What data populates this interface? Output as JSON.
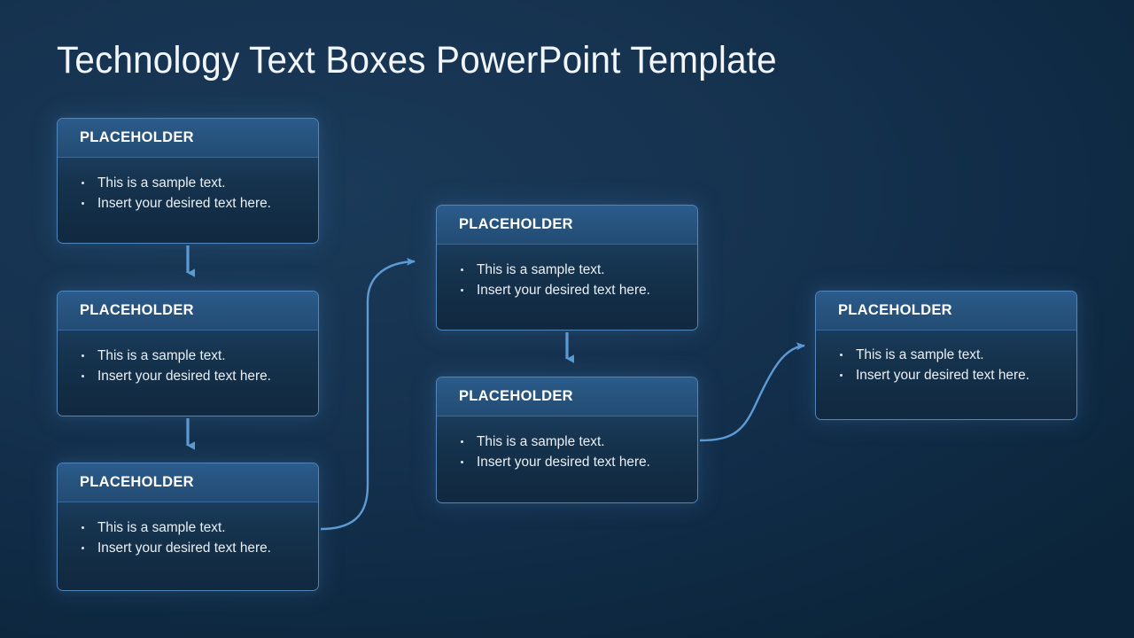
{
  "slide": {
    "title": "Technology Text Boxes PowerPoint Template",
    "background_color": "#12314d",
    "accent_color": "#5d9bd5",
    "header_color": "#27547f",
    "border_color": "#5287bd",
    "text_color": "#eaf0f7"
  },
  "boxes": [
    {
      "id": "box-1",
      "header": "PLACEHOLDER",
      "bullets": [
        "This is a sample text.",
        "Insert your desired text here."
      ]
    },
    {
      "id": "box-2",
      "header": "PLACEHOLDER",
      "bullets": [
        "This is a sample text.",
        "Insert your desired text here."
      ]
    },
    {
      "id": "box-3",
      "header": "PLACEHOLDER",
      "bullets": [
        "This is a sample text.",
        "Insert your desired text here."
      ]
    },
    {
      "id": "box-4",
      "header": "PLACEHOLDER",
      "bullets": [
        "This is a sample text.",
        "Insert your desired text here."
      ]
    },
    {
      "id": "box-5",
      "header": "PLACEHOLDER",
      "bullets": [
        "This is a sample text.",
        "Insert your desired text here."
      ]
    },
    {
      "id": "box-6",
      "header": "PLACEHOLDER",
      "bullets": [
        "This is a sample text.",
        "Insert your desired text here."
      ]
    }
  ],
  "connectors": [
    {
      "name": "arrow-box1-to-box2",
      "type": "straight-down"
    },
    {
      "name": "arrow-box2-to-box3",
      "type": "straight-down"
    },
    {
      "name": "arrow-box3-to-box4",
      "type": "curved-right-up"
    },
    {
      "name": "arrow-box4-to-box5",
      "type": "straight-down"
    },
    {
      "name": "arrow-box5-to-box6",
      "type": "curved-right-up"
    }
  ]
}
